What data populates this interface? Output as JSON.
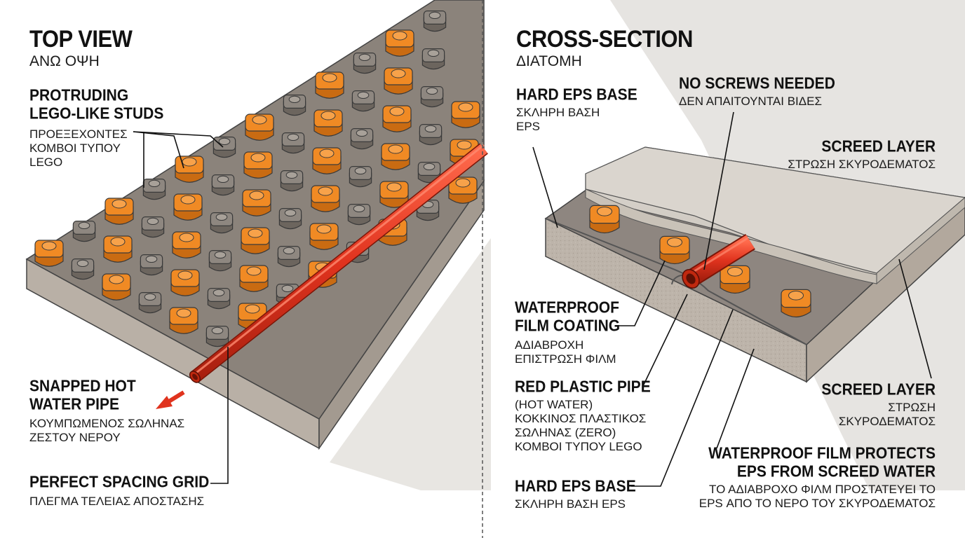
{
  "colors": {
    "stud_orange": "#F08A24",
    "stud_grey": "#8E8780",
    "pipe_red": "#E0331E",
    "board_top": "#8B837B",
    "board_side": "#B6ADA3",
    "screed": "#CFC9C1"
  },
  "left": {
    "title": "TOP VIEW",
    "title_gr": "ΑΝΩ ΟΨΗ",
    "studs": {
      "heading": [
        "PROTRUDING",
        "LEGO-LIKE STUDS"
      ],
      "greek": [
        "ΠΡΟΕΞΕΧΟΝΤΕΣ",
        "ΚΟΜΒΟΙ ΤΥΠΟΥ",
        "LEGO"
      ]
    },
    "pipe": {
      "heading": [
        "SNAPPED HOT",
        "WATER PIPE"
      ],
      "greek": [
        "ΚΟΥΜΠΩΜΕΝΟΣ ΣΩΛΗΝΑΣ",
        "ΖΕΣΤΟΥ ΝΕΡΟΥ"
      ]
    },
    "grid": {
      "heading": "PERFECT SPACING GRID",
      "greek": "ΠΛΕΓΜΑ ΤΕΛΕΙΑΣ ΑΠΟΣΤΑΣΗΣ"
    }
  },
  "right": {
    "title": "CROSS-SECTION",
    "title_gr": "ΔΙΑΤΟΜΗ",
    "eps_top": {
      "heading": "HARD EPS BASE",
      "greek": [
        "ΣΚΛΗΡΗ ΒΑΣΗ",
        "EPS"
      ]
    },
    "no_screws": {
      "heading": "NO SCREWS NEEDED",
      "greek": "ΔΕΝ ΑΠΑΙΤΟΥΝΤΑΙ ΒΙΔΕΣ"
    },
    "screed_top": {
      "heading": "SCREED LAYER",
      "greek": "ΣΤΡΩΣΗ ΣΚΥΡΟΔΕΜΑΤΟΣ"
    },
    "film": {
      "heading": [
        "WATERPROOF",
        "FILM COATING"
      ],
      "greek": [
        "ΑΔΙΑΒΡΟΧΗ",
        "ΕΠΙΣΤΡΩΣΗ ΦΙΛΜ"
      ]
    },
    "red_pipe": {
      "heading": "RED PLASTIC PIPE",
      "lines": [
        "(HOT WATER)",
        "ΚΟΚΚΙΝΟΣ ΠΛΑΣΤΙΚΟΣ",
        "ΣΩΛΗΝΑΣ (ZERO)",
        "ΚΟΜΒΟΙ ΤΥΠΟΥ LEGO"
      ]
    },
    "eps_bottom": {
      "heading": "HARD EPS BASE",
      "greek": "ΣΚΛΗΡΗ ΒΑΣΗ EPS"
    },
    "screed_bottom": {
      "heading": "SCREED LAYER",
      "greek": [
        "ΣΤΡΩΣΗ",
        "ΣΚΥΡΟΔΕΜΑΤΟΣ"
      ]
    },
    "protects": {
      "heading": [
        "WATERPROOF FILM PROTECTS",
        "EPS FROM SCREED WATER"
      ],
      "greek": [
        "ΤΟ ΑΔΙΑΒΡΟΧΟ ΦΙΛΜ ΠΡΟΣΤΑΤΕΥΕΙ ΤΟ",
        "EPS ΑΠΟ ΤΟ ΝΕΡΟ ΤΟΥ ΣΚΥΡΟΔΕΜΑΤΟΣ"
      ]
    }
  }
}
